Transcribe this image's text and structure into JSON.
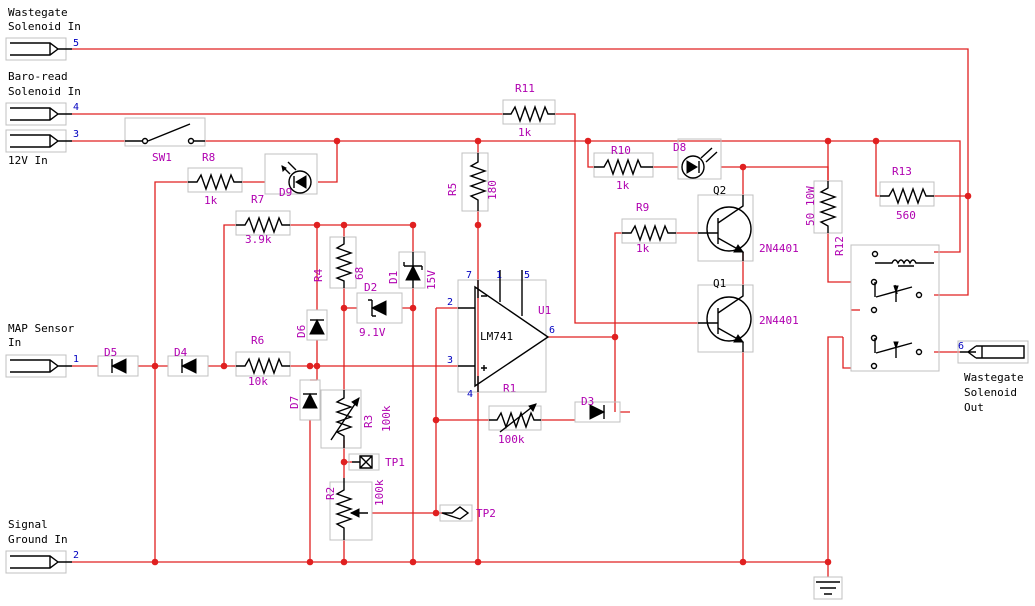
{
  "title": "",
  "connectors": {
    "wastegate_in": {
      "label1": "Wastegate",
      "label2": "Solenoid In",
      "pin": "5"
    },
    "baro_in": {
      "label1": "Baro-read",
      "label2": "Solenoid In",
      "pin": "4"
    },
    "v12_in": {
      "label1": "12V In",
      "pin": "3"
    },
    "map_in": {
      "label1": "MAP Sensor",
      "label2": "In",
      "pin": "1"
    },
    "gnd_in": {
      "label1": "Signal",
      "label2": "Ground In",
      "pin": "2"
    },
    "wastegate_out": {
      "label1": "Wastegate",
      "label2": "Solenoid",
      "label3": "Out",
      "pin": "6"
    }
  },
  "components": {
    "sw1": {
      "ref": "SW1"
    },
    "r1": {
      "ref": "R1",
      "value": "100k"
    },
    "r2": {
      "ref": "R2",
      "value": "100k"
    },
    "r3": {
      "ref": "R3",
      "value": "100k"
    },
    "r4": {
      "ref": "R4",
      "value": "68"
    },
    "r5": {
      "ref": "R5",
      "value": "180"
    },
    "r6": {
      "ref": "R6",
      "value": "10k"
    },
    "r7": {
      "ref": "R7",
      "value": "3.9k"
    },
    "r8": {
      "ref": "R8",
      "value": "1k"
    },
    "r9": {
      "ref": "R9",
      "value": "1k"
    },
    "r10": {
      "ref": "R10",
      "value": "1k"
    },
    "r11": {
      "ref": "R11",
      "value": "1k"
    },
    "r12": {
      "ref": "R12",
      "value": "50 10W"
    },
    "r13": {
      "ref": "R13",
      "value": "560"
    },
    "d1": {
      "ref": "D1",
      "value": "15V"
    },
    "d2": {
      "ref": "D2",
      "value": "9.1V"
    },
    "d3": {
      "ref": "D3"
    },
    "d4": {
      "ref": "D4"
    },
    "d5": {
      "ref": "D5"
    },
    "d6": {
      "ref": "D6"
    },
    "d7": {
      "ref": "D7"
    },
    "d8": {
      "ref": "D8"
    },
    "d9": {
      "ref": "D9"
    },
    "q1": {
      "ref": "Q1",
      "value": "2N4401"
    },
    "q2": {
      "ref": "Q2",
      "value": "2N4401"
    },
    "u1": {
      "ref": "U1",
      "value": "LM741",
      "pins": [
        "2",
        "3",
        "4",
        "6",
        "7",
        "1",
        "5"
      ]
    },
    "tp1": {
      "ref": "TP1"
    },
    "tp2": {
      "ref": "TP2"
    }
  },
  "colors": {
    "wire": "#e02020",
    "component_label": "#b000b0",
    "pin_number": "#0000c0",
    "junction": "#e02020"
  }
}
